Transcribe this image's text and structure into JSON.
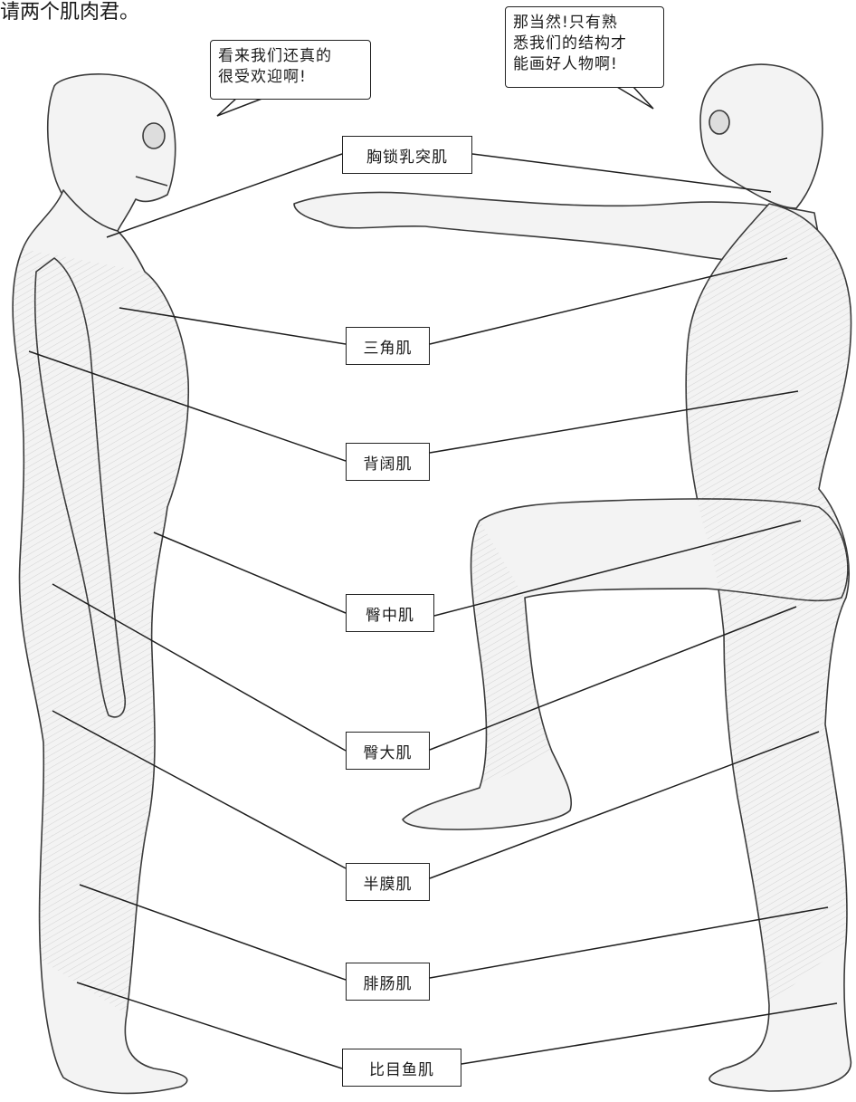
{
  "header_text": "请两个肌肉君。",
  "bubble_left": {
    "lines": [
      "看来我们还真的",
      "很受欢迎啊!"
    ]
  },
  "bubble_right": {
    "lines": [
      "那当然!只有熟",
      "悉我们的结构才",
      "能画好人物啊!"
    ]
  },
  "labels": [
    {
      "id": "sternocleidomastoid",
      "text": "胸锁乳突肌"
    },
    {
      "id": "deltoid",
      "text": "三角肌"
    },
    {
      "id": "latissimus",
      "text": "背阔肌"
    },
    {
      "id": "gluteus-medius",
      "text": "臀中肌"
    },
    {
      "id": "gluteus-maximus",
      "text": "臀大肌"
    },
    {
      "id": "semimembranosus",
      "text": "半膜肌"
    },
    {
      "id": "gastrocnemius",
      "text": "腓肠肌"
    },
    {
      "id": "soleus",
      "text": "比目鱼肌"
    }
  ],
  "colors": {
    "line": "#1e1e1e",
    "figure_outline": "#3a3a3a",
    "figure_hatch": "#8a8a8a",
    "figure_fill": "#f3f3f3"
  }
}
